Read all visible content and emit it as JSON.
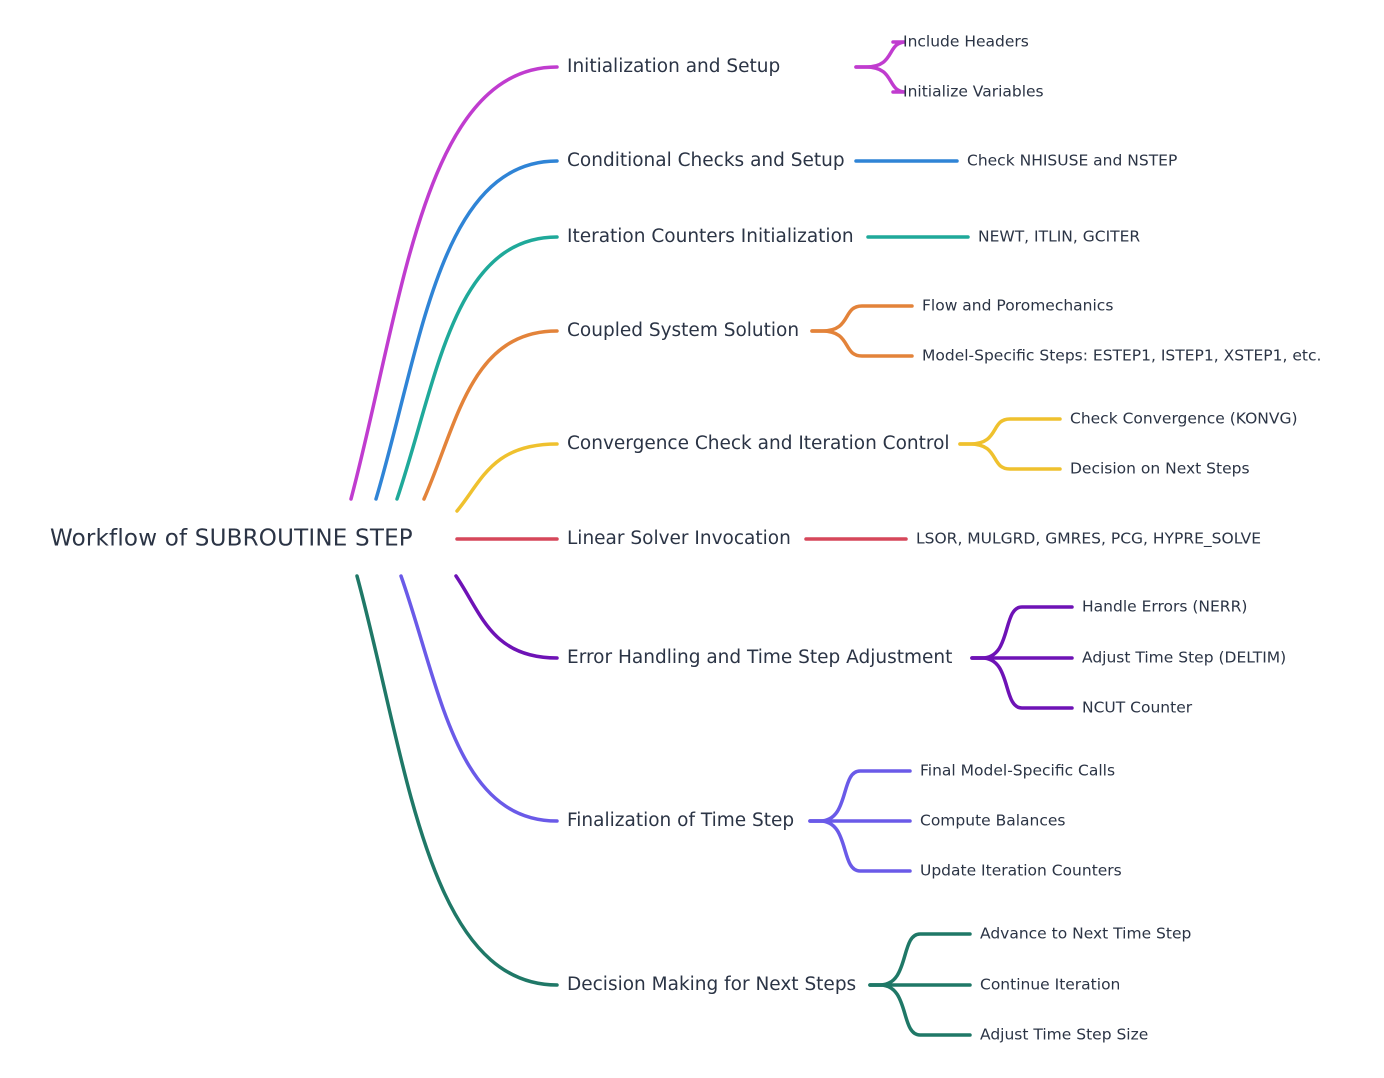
{
  "root": {
    "label": "Workflow of SUBROUTINE STEP"
  },
  "branches": [
    {
      "label": "Initialization and Setup",
      "color": "#c03ccf",
      "children": [
        "Include Headers",
        "Initialize Variables"
      ]
    },
    {
      "label": "Conditional Checks and Setup",
      "color": "#2f84d6",
      "children": [
        "Check NHISUSE and NSTEP"
      ]
    },
    {
      "label": "Iteration Counters Initialization",
      "color": "#1fa99a",
      "children": [
        "NEWT, ITLIN, GCITER"
      ]
    },
    {
      "label": "Coupled System Solution",
      "color": "#e3833a",
      "children": [
        "Flow and Poromechanics",
        "Model-Specific Steps: ESTEP1, ISTEP1, XSTEP1, etc."
      ]
    },
    {
      "label": "Convergence Check and Iteration Control",
      "color": "#efc12e",
      "children": [
        "Check Convergence (KONVG)",
        "Decision on Next Steps"
      ]
    },
    {
      "label": "Linear Solver Invocation",
      "color": "#d6475a",
      "children": [
        "LSOR, MULGRD, GMRES, PCG, HYPRE_SOLVE"
      ]
    },
    {
      "label": "Error Handling and Time Step Adjustment",
      "color": "#6e12b6",
      "children": [
        "Handle Errors (NERR)",
        "Adjust Time Step (DELTIM)",
        "NCUT Counter"
      ]
    },
    {
      "label": "Finalization of Time Step",
      "color": "#6a5ae8",
      "children": [
        "Final Model-Specific Calls",
        "Compute Balances",
        "Update Iteration Counters"
      ]
    },
    {
      "label": "Decision Making for Next Steps",
      "color": "#1f7867",
      "children": [
        "Advance to Next Time Step",
        "Continue Iteration",
        "Adjust Time Step Size"
      ]
    }
  ]
}
